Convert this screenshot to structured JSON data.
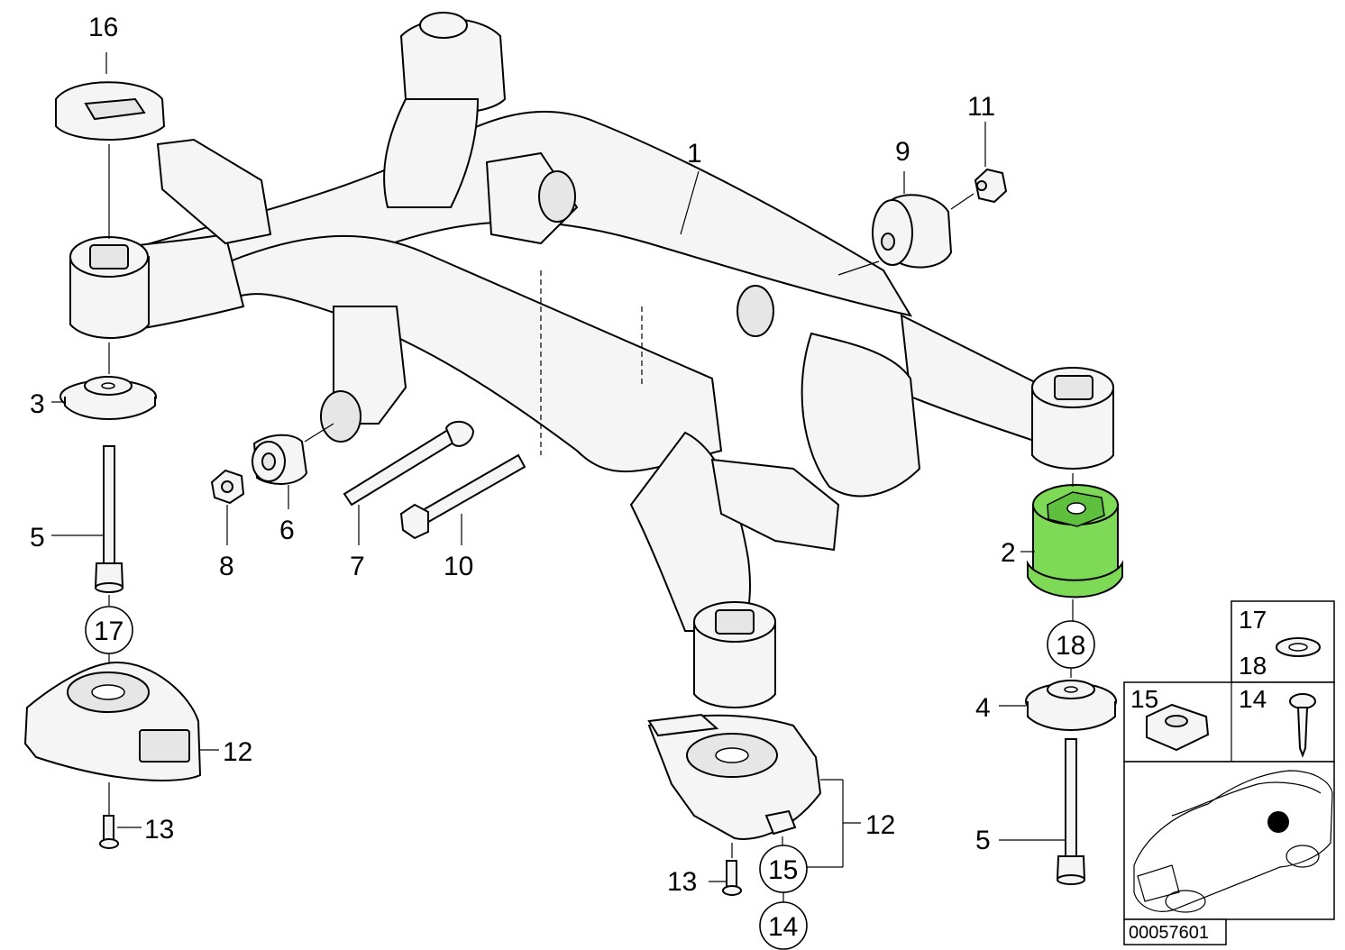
{
  "diagram": {
    "highlight_color": "#7ed957",
    "labels": {
      "p1": "1",
      "p2": "2",
      "p3": "3",
      "p4": "4",
      "p5a": "5",
      "p5b": "5",
      "p6": "6",
      "p7": "7",
      "p8": "8",
      "p9": "9",
      "p10": "10",
      "p11": "11",
      "p12a": "12",
      "p12b": "12",
      "p13a": "13",
      "p13b": "13",
      "p14a": "14",
      "p14b": "14",
      "p15a": "15",
      "p15b": "15",
      "p16": "16",
      "p17a": "17",
      "p17b": "17",
      "p18a": "18",
      "p18b": "18"
    },
    "reference_number": "00057601"
  }
}
